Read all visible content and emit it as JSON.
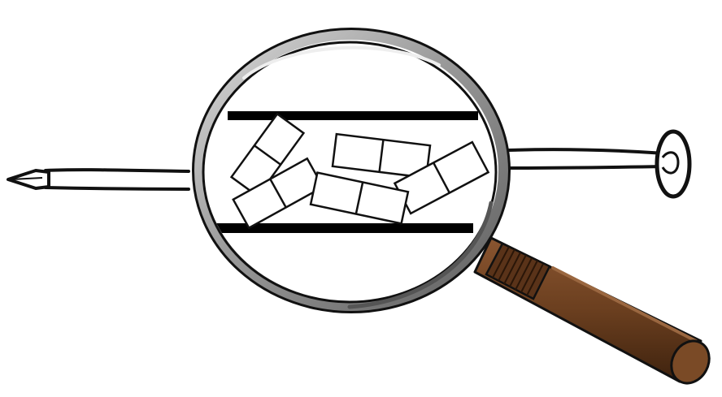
{
  "figure": {
    "subject": "nail-under-magnifying-glass",
    "magnified_content": "domains-inside-nail",
    "domain_count": 5,
    "colors": {
      "background": "#ffffff",
      "outline": "#111111",
      "lens_rim": "#9a9a9a",
      "lens_rim_shadow": "#6e6e6e",
      "lens_rim_highlight": "#d9d9d9",
      "handle": "#6b3f1f",
      "handle_dark": "#3e220e",
      "handle_light": "#8a5530",
      "domain_fill": "#ffffff",
      "nail_band": "#000000"
    }
  }
}
